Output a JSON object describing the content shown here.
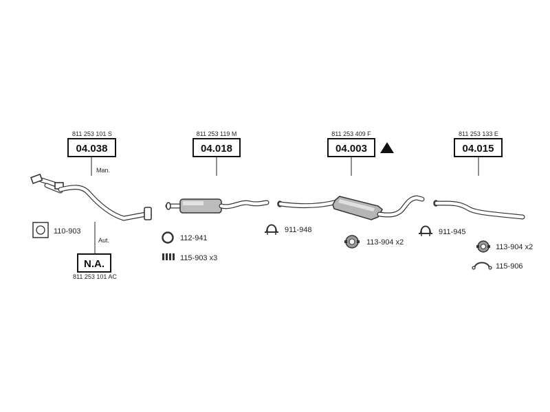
{
  "groups": [
    {
      "ref": "811 253 101 S",
      "code": "04.038",
      "note": "Man."
    },
    {
      "ref": "811 253 119 M",
      "code": "04.018"
    },
    {
      "ref": "811 253 409 F",
      "code": "04.003"
    },
    {
      "ref": "811 253 133 E",
      "code": "04.015"
    }
  ],
  "na_part": {
    "code": "N.A.",
    "note": "Aut.",
    "ref": "811 253 101 AC"
  },
  "accessories": {
    "gasket": "110-903",
    "ring": "112-941",
    "spring": "115-903 x3",
    "clamp1": "911-948",
    "hanger1": "113-904 x2",
    "clamp2": "911-945",
    "hanger2": "113-904 x2",
    "bracket": "115-906"
  },
  "icons": {
    "triangle": "warning-triangle-icon"
  }
}
